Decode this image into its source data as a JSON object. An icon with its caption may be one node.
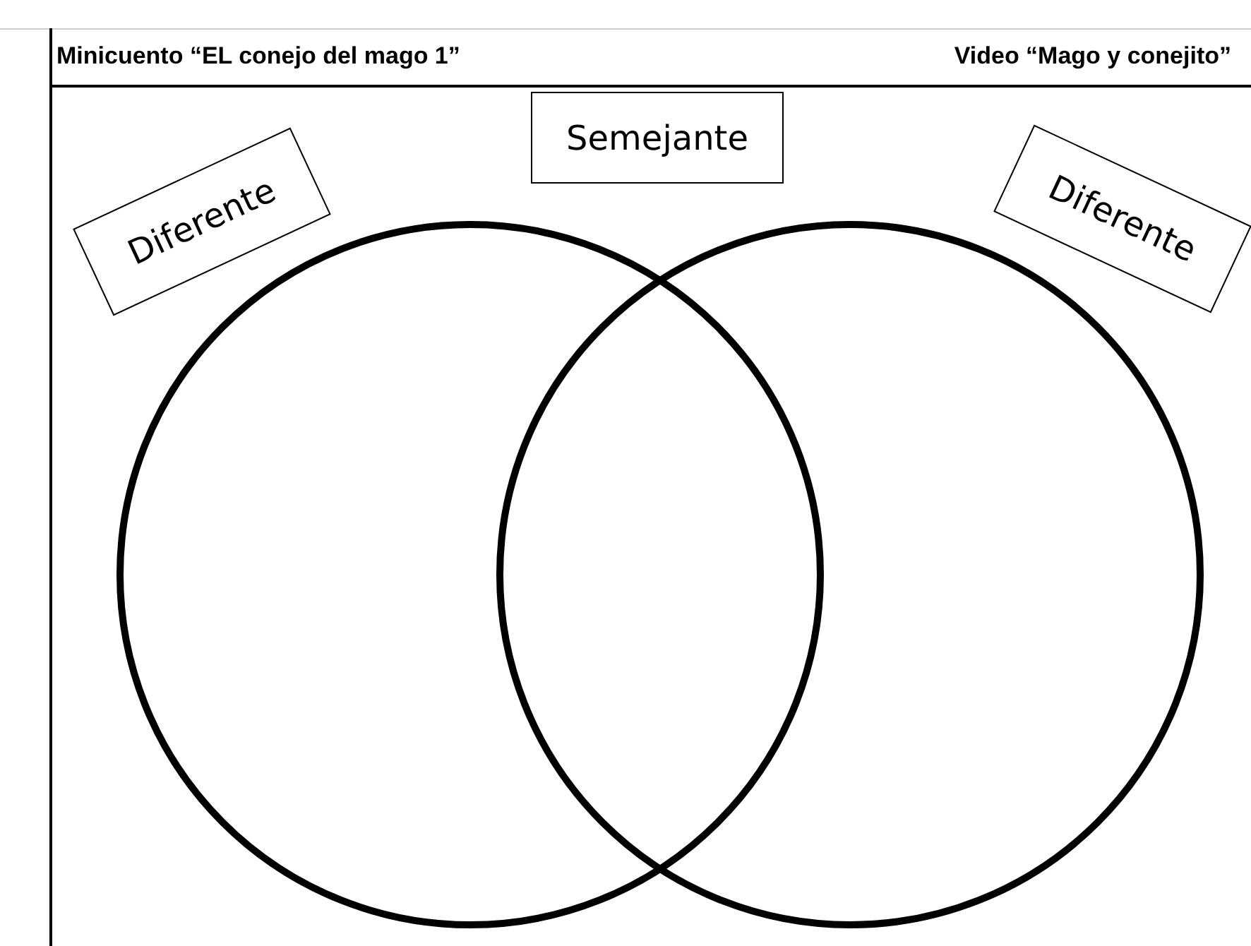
{
  "diagram": {
    "nodes": [
      {
        "text": [
          "Diferente"
        ]
      },
      {
        "text": [
          "Semejante"
        ]
      },
      {
        "text": [
          "Diferente"
        ]
      },
      {
        "text": [],
        "shape": "circle"
      },
      {
        "text": [],
        "shape": "circle"
      }
    ],
    "labels": [
      "Minicuento “EL conejo del mago 1”",
      "Video “Mago y conejito”"
    ]
  }
}
